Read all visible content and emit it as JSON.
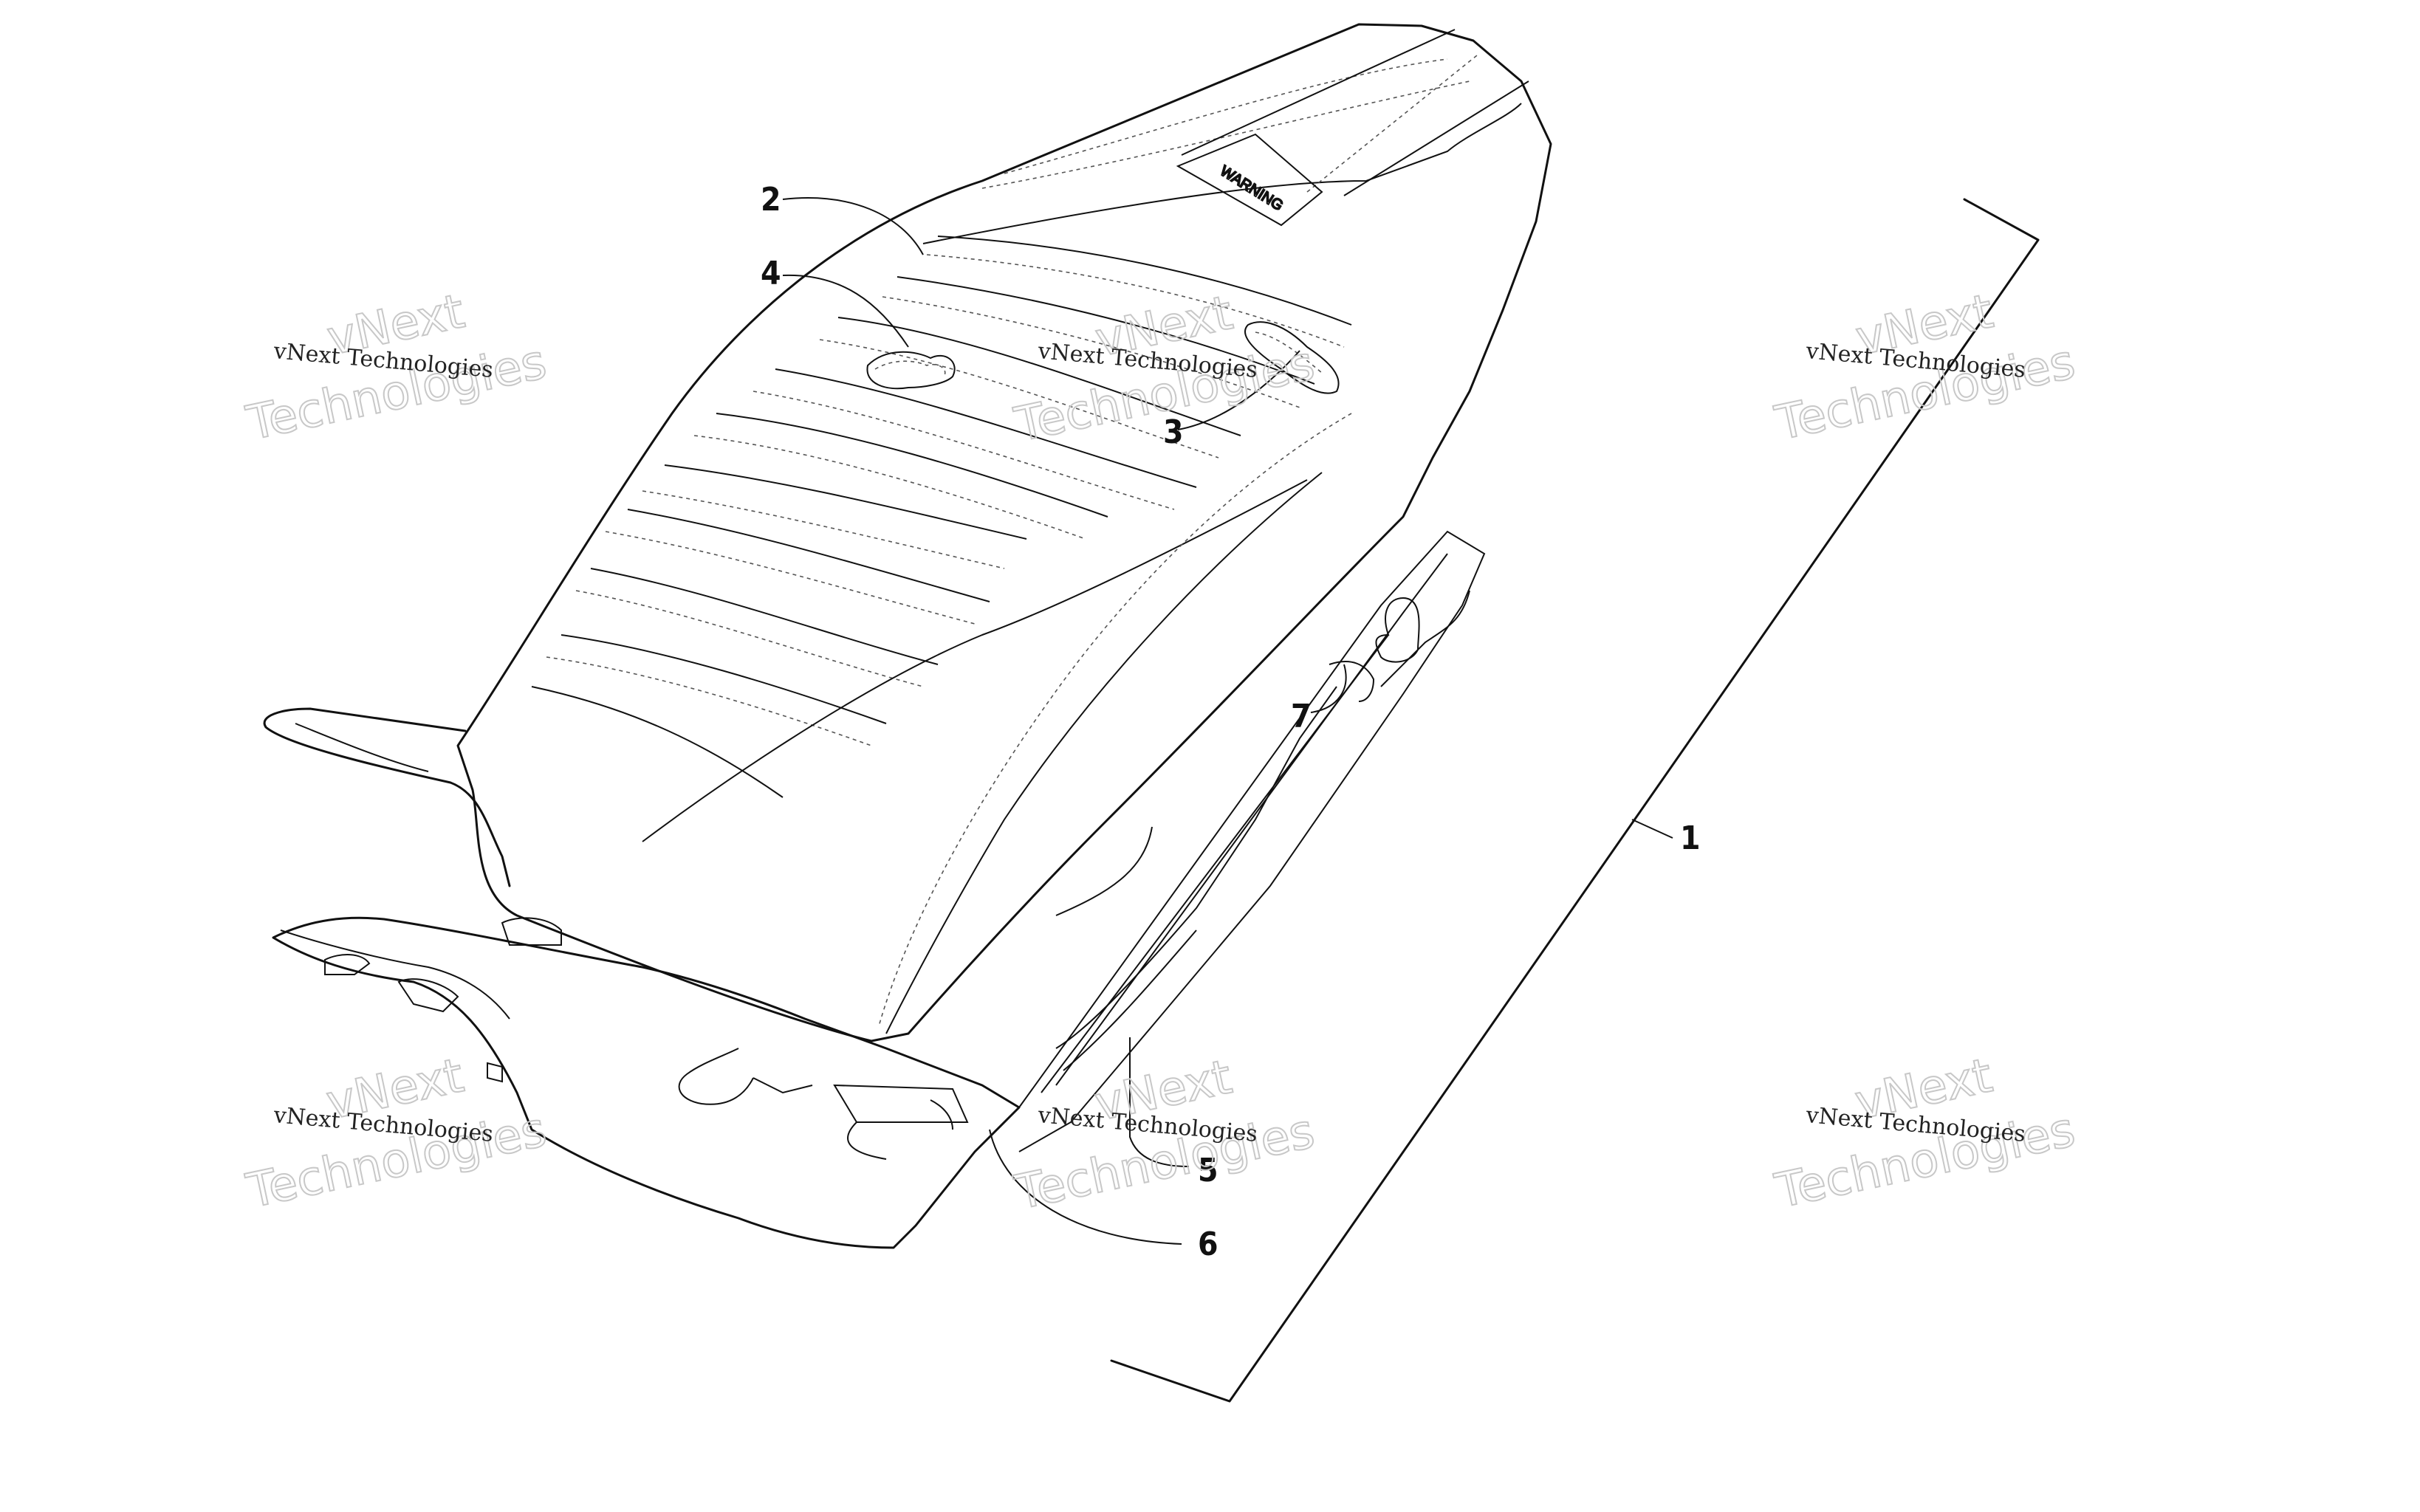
{
  "callouts": [
    {
      "id": "1",
      "label": "1"
    },
    {
      "id": "2",
      "label": "2"
    },
    {
      "id": "3",
      "label": "3"
    },
    {
      "id": "4",
      "label": "4"
    },
    {
      "id": "5",
      "label": "5"
    },
    {
      "id": "6",
      "label": "6"
    },
    {
      "id": "7",
      "label": "7"
    }
  ],
  "watermark": {
    "small_text": "vNext Technologies",
    "big_line1": "vNext",
    "big_line2": "Technologies"
  },
  "seat_tag_text": "WARNING"
}
